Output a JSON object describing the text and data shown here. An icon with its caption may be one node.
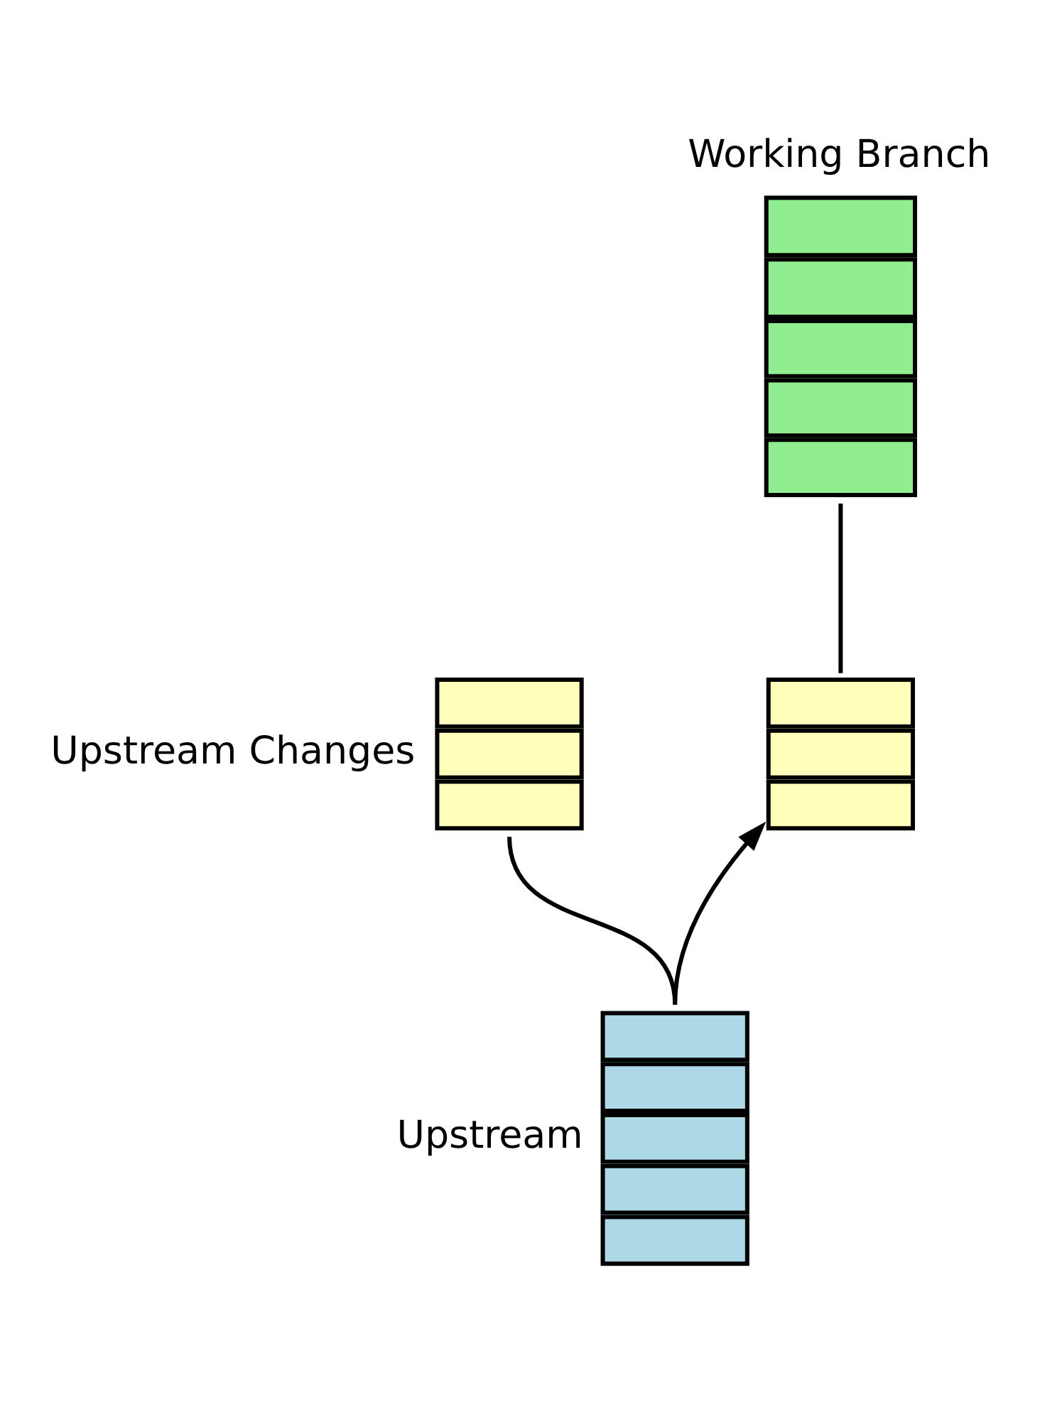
{
  "diagram": {
    "nodes": [
      {
        "text": [
          "Working Branch"
        ]
      },
      {
        "text": [
          "Upstream Changes"
        ]
      },
      {
        "text": [],
        "shape": "box"
      },
      {
        "text": [
          "Upstream"
        ]
      }
    ],
    "edges": [
      {
        "from": 3,
        "to": 1,
        "arrow": "none"
      },
      {
        "from": 3,
        "to": 2,
        "arrow": "to"
      },
      {
        "from": 2,
        "to": 0,
        "arrow": "none"
      }
    ]
  }
}
